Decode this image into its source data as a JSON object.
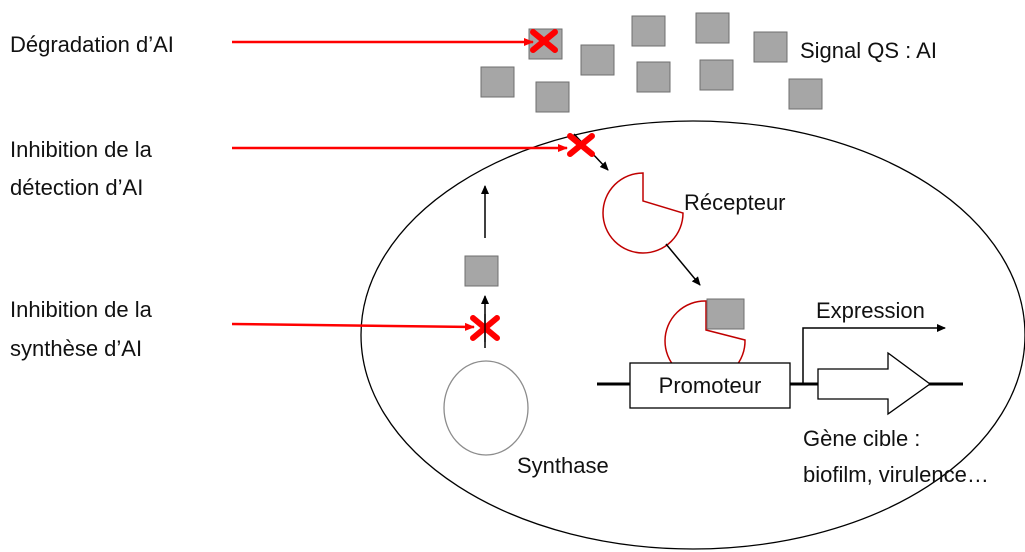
{
  "labels": {
    "degradation": "Dégradation d’AI",
    "detection_line1": "Inhibition de la",
    "detection_line2": "détection d’AI",
    "synthesis_line1": "Inhibition de la",
    "synthesis_line2": "synthèse d’AI",
    "signal": "Signal QS : AI",
    "receptor": "Récepteur",
    "expression": "Expression",
    "promoter": "Promoteur",
    "target_gene_line1": "Gène cible :",
    "target_gene_line2": "biofilm, virulence…",
    "synthase": "Synthase"
  },
  "colors": {
    "inhibition_arrow": "#ff0000",
    "block_x": "#ff0000",
    "receptor_outline": "#c00000",
    "signal_molecule_fill": "#a6a6a6",
    "signal_molecule_stroke": "#6f6f6f",
    "synthase_outline": "#8c8c8c",
    "cell_outline": "#000000"
  }
}
